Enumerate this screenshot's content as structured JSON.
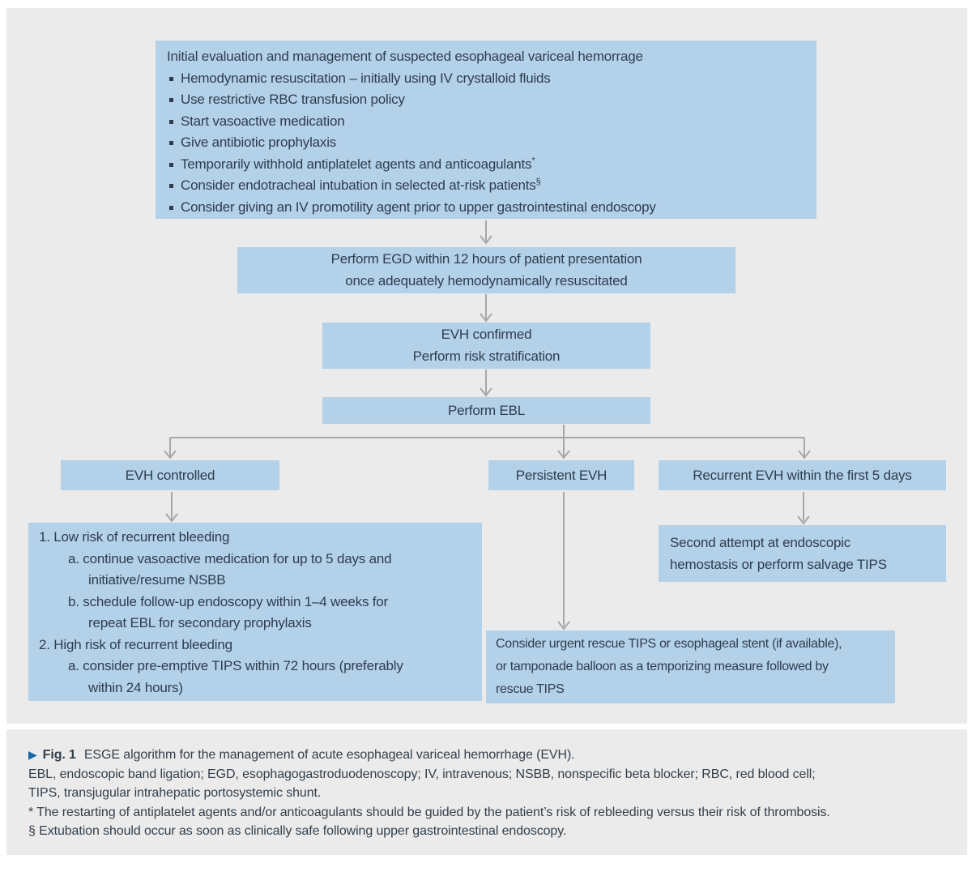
{
  "figure": {
    "flowchart": {
      "initial_box": {
        "title": "Initial evaluation and management of suspected esophageal variceal hemorrage",
        "bullets": [
          {
            "text": "Hemodynamic resuscitation – initially using IV crystalloid fluids"
          },
          {
            "text": "Use restrictive RBC transfusion policy"
          },
          {
            "text": "Start vasoactive medication"
          },
          {
            "text": "Give antibiotic prophylaxis"
          },
          {
            "text": "Temporarily withhold antiplatelet agents and anticoagulants",
            "sup": "*"
          },
          {
            "text": "Consider endotracheal intubation in selected at-risk patients",
            "sup": "§"
          },
          {
            "text": "Consider giving an IV promotility agent prior to upper gastrointestinal endoscopy"
          }
        ]
      },
      "egd_box": {
        "line1": "Perform EGD within 12 hours of patient presentation",
        "line2": "once adequately hemodynamically resuscitated"
      },
      "evh_confirmed_box": {
        "line1": "EVH confirmed",
        "line2": "Perform risk stratification"
      },
      "ebl_box": {
        "label": "Perform EBL"
      },
      "evh_controlled_box": {
        "label": "EVH controlled"
      },
      "persistent_box": {
        "label": "Persistent EVH"
      },
      "recurrent_box": {
        "label": "Recurrent EVH within the first 5 days"
      },
      "risk_box": {
        "lines": [
          {
            "text": "1. Low risk of recurrent bleeding"
          },
          {
            "text": "a. continue vasoactive medication for up to 5 days and"
          },
          {
            "text": "initiative/resume NSBB"
          },
          {
            "text": "b. schedule follow-up endoscopy within 1–4 weeks for"
          },
          {
            "text": "repeat EBL for secondary prophylaxis"
          },
          {
            "text": "2. High risk of recurrent bleeding"
          },
          {
            "text": "a. consider pre-emptive TIPS within 72 hours (preferably"
          },
          {
            "text": "within 24 hours)"
          }
        ]
      },
      "second_attempt_box": {
        "line1": "Second attempt at endoscopic",
        "line2": "hemostasis or perform salvage TIPS"
      },
      "rescue_box": {
        "line1": "Consider urgent rescue TIPS or esophageal stent (if available),",
        "line2": "or tamponade balloon as a temporizing measure followed by",
        "line3": "rescue TIPS"
      }
    },
    "caption": {
      "marker": "▶",
      "label": "Fig. 1",
      "title": "ESGE algorithm for the management of acute esophageal variceal hemorrhage (EVH).",
      "abbrev_line1": "EBL, endoscopic band ligation; EGD, esophagogastroduodenoscopy; IV, intravenous; NSBB, nonspecific beta blocker; RBC, red blood cell;",
      "abbrev_line2": "TIPS, transjugular intrahepatic portosystemic shunt.",
      "footnote_star": "* The restarting of antiplatelet agents and/or anticoagulants should be guided by the patient’s risk of rebleeding versus their risk of thrombosis.",
      "footnote_section": "§ Extubation should occur as soon as clinically safe following upper gastrointestinal endoscopy."
    },
    "colors": {
      "box_fill": "#b4d1ea",
      "panel_bg": "#ebebeb",
      "text": "#2e3d4d",
      "arrow": "#a7a7a7",
      "caption_marker": "#1569a8"
    }
  }
}
